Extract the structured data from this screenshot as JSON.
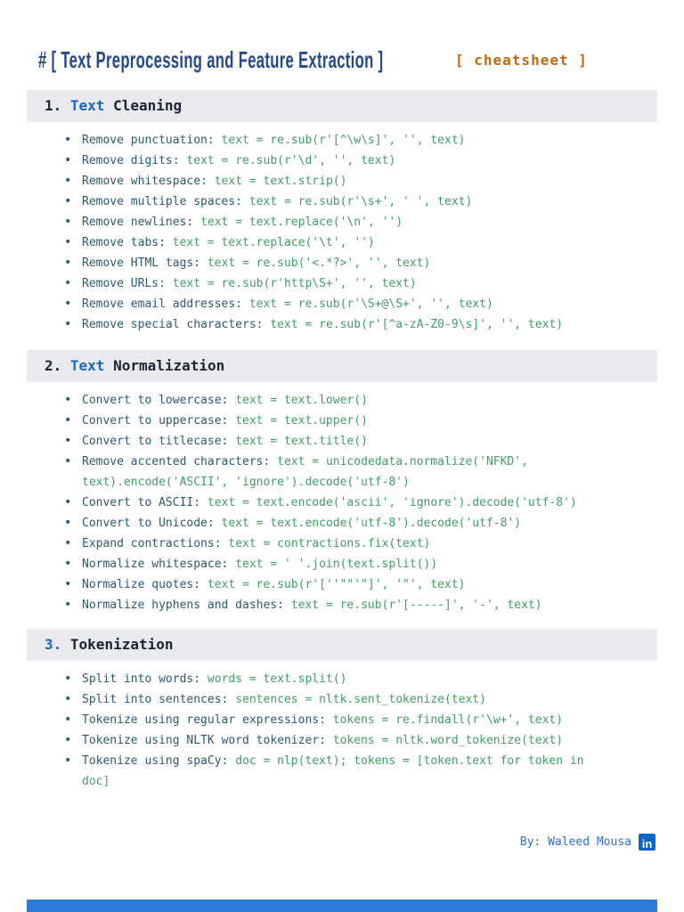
{
  "page": {
    "title": "# [ Text Preprocessing and Feature Extraction ]",
    "subtitle": "[ cheatsheet ]",
    "footer": {
      "by_label": "By: Waleed Mousa",
      "linkedin_text": "in"
    }
  },
  "colors": {
    "title": "#25498a",
    "accent_orange": "#c2690f",
    "band_bg": "#e9eaee",
    "header_dark": "#1a2433",
    "header_blue": "#1d63c4",
    "label": "#2a5a70",
    "code": "#3f9d66",
    "footer_blue": "#2b6de0",
    "linkedin_blue": "#0a66c2",
    "bottom_bar": "#2e7cd9"
  },
  "sections": [
    {
      "id": "text-cleaning",
      "header": [
        {
          "text": "1. ",
          "color": "dark"
        },
        {
          "text": "Text",
          "color": "blue"
        },
        {
          "text": " Cleaning",
          "color": "dark"
        }
      ],
      "items": [
        {
          "segments": [
            {
              "kind": "label",
              "text": "Remove punctuation: "
            },
            {
              "kind": "code",
              "text": "text = re.sub(r'[^\\w\\s]', '', text)"
            }
          ]
        },
        {
          "segments": [
            {
              "kind": "label",
              "text": "Remove digits: "
            },
            {
              "kind": "code",
              "text": "text = re.sub(r'\\d', '', text)"
            }
          ]
        },
        {
          "segments": [
            {
              "kind": "label",
              "text": "Remove whitespace: "
            },
            {
              "kind": "code",
              "text": "text = text.strip()"
            }
          ]
        },
        {
          "segments": [
            {
              "kind": "label",
              "text": "Remove multiple spaces: "
            },
            {
              "kind": "code",
              "text": "text = re.sub(r'\\s+', ' ', text)"
            }
          ]
        },
        {
          "segments": [
            {
              "kind": "label",
              "text": "Remove newlines: "
            },
            {
              "kind": "code",
              "text": "text = text.replace('\\n', '')"
            }
          ]
        },
        {
          "segments": [
            {
              "kind": "label",
              "text": "Remove tabs: "
            },
            {
              "kind": "code",
              "text": "text = text.replace('\\t', '')"
            }
          ]
        },
        {
          "segments": [
            {
              "kind": "label",
              "text": "Remove HTML tags: "
            },
            {
              "kind": "code",
              "text": "text = re.sub('<.*?>', '', text)"
            }
          ]
        },
        {
          "segments": [
            {
              "kind": "label",
              "text": "Remove URLs: "
            },
            {
              "kind": "code",
              "text": "text = re.sub(r'http\\S+', '', text)"
            }
          ]
        },
        {
          "segments": [
            {
              "kind": "label",
              "text": "Remove email addresses: "
            },
            {
              "kind": "code",
              "text": "text = re.sub(r'\\S+@\\S+', '', text)"
            }
          ]
        },
        {
          "segments": [
            {
              "kind": "label",
              "text": "Remove special characters: "
            },
            {
              "kind": "code",
              "text": "text = re.sub(r'[^a-zA-Z0-9\\s]', '', text)"
            }
          ]
        }
      ]
    },
    {
      "id": "text-normalization",
      "header": [
        {
          "text": "2. ",
          "color": "dark"
        },
        {
          "text": "Text",
          "color": "blue"
        },
        {
          "text": " Normalization",
          "color": "dark"
        }
      ],
      "items": [
        {
          "segments": [
            {
              "kind": "label",
              "text": "Convert to lowercase: "
            },
            {
              "kind": "code",
              "text": "text = text.lower()"
            }
          ]
        },
        {
          "segments": [
            {
              "kind": "label",
              "text": "Convert to uppercase: "
            },
            {
              "kind": "code",
              "text": "text = text.upper()"
            }
          ]
        },
        {
          "segments": [
            {
              "kind": "label",
              "text": "Convert to titlecase: "
            },
            {
              "kind": "code",
              "text": "text = text.title()"
            }
          ]
        },
        {
          "segments": [
            {
              "kind": "label",
              "text": "Remove accented characters: "
            },
            {
              "kind": "code",
              "text": "text = unicodedata.normalize('NFKD',"
            },
            {
              "kind": "break"
            },
            {
              "kind": "code",
              "text": "text).encode('ASCII', 'ignore').decode('utf-8')"
            }
          ]
        },
        {
          "segments": [
            {
              "kind": "label",
              "text": "Convert to ASCII: "
            },
            {
              "kind": "code",
              "text": "text = text.encode('ascii', 'ignore').decode('utf-8')"
            }
          ]
        },
        {
          "segments": [
            {
              "kind": "label",
              "text": "Convert to Unicode: "
            },
            {
              "kind": "code",
              "text": "text = text.encode('utf-8').decode('utf-8')"
            }
          ]
        },
        {
          "segments": [
            {
              "kind": "label",
              "text": "Expand contractions: "
            },
            {
              "kind": "code",
              "text": "text = contractions.fix(text)"
            }
          ]
        },
        {
          "segments": [
            {
              "kind": "label",
              "text": "Normalize whitespace: "
            },
            {
              "kind": "code",
              "text": "text = ' '.join(text.split())"
            }
          ]
        },
        {
          "segments": [
            {
              "kind": "label",
              "text": "Normalize quotes: "
            },
            {
              "kind": "code",
              "text": "text = re.sub(r'[''\"\"'\"]', '\"', text)"
            }
          ]
        },
        {
          "segments": [
            {
              "kind": "label",
              "text": "Normalize hyphens and dashes: "
            },
            {
              "kind": "code",
              "text": "text = re.sub(r'[-----]', '-', text)"
            }
          ]
        }
      ]
    },
    {
      "id": "tokenization",
      "header": [
        {
          "text": "3. ",
          "color": "blue"
        },
        {
          "text": "Tokenization",
          "color": "dark"
        }
      ],
      "items": [
        {
          "segments": [
            {
              "kind": "label",
              "text": "Split into words: "
            },
            {
              "kind": "code",
              "text": "words = text.split()"
            }
          ]
        },
        {
          "segments": [
            {
              "kind": "label",
              "text": "Split into sentences: "
            },
            {
              "kind": "code",
              "text": "sentences = nltk.sent_tokenize(text)"
            }
          ]
        },
        {
          "segments": [
            {
              "kind": "label",
              "text": "Tokenize using regular expressions: "
            },
            {
              "kind": "code",
              "text": "tokens = re.findall(r'\\w+', text)"
            }
          ]
        },
        {
          "segments": [
            {
              "kind": "label",
              "text": "Tokenize using NLTK word tokenizer: "
            },
            {
              "kind": "code",
              "text": "tokens = nltk.word_tokenize(text)"
            }
          ]
        },
        {
          "segments": [
            {
              "kind": "label",
              "text": "Tokenize using spaCy: "
            },
            {
              "kind": "code",
              "text": "doc = nlp(text); tokens = [token.text for token in"
            },
            {
              "kind": "break"
            },
            {
              "kind": "code",
              "text": "doc]"
            }
          ]
        }
      ]
    }
  ]
}
